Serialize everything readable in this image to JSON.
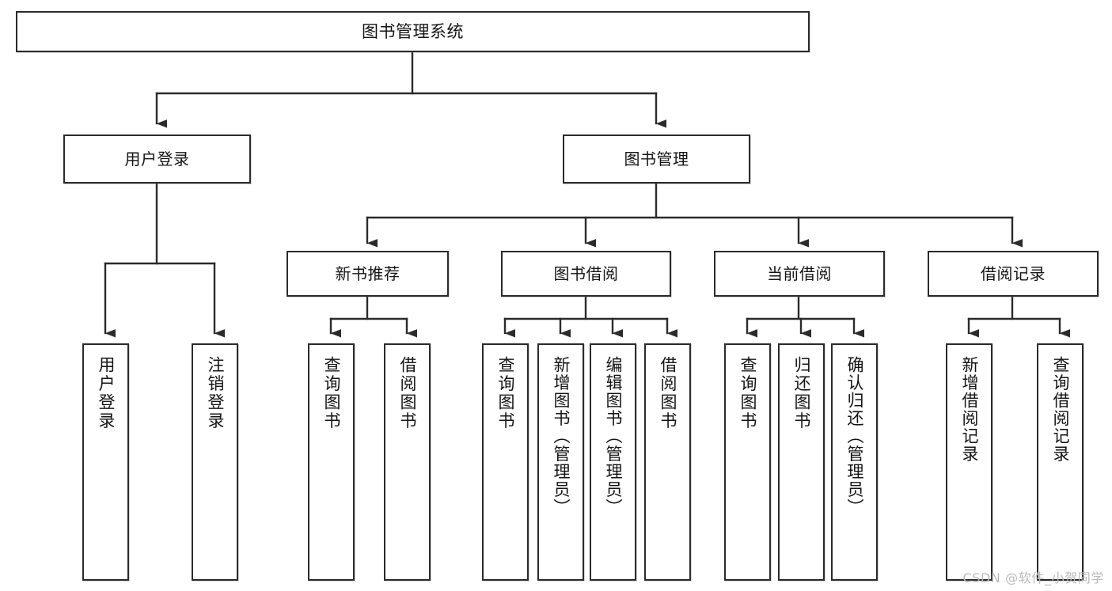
{
  "diagram": {
    "type": "tree-hierarchy",
    "title": "图书管理系统",
    "root": {
      "label": "图书管理系统"
    },
    "level2": [
      {
        "label": "用户登录"
      },
      {
        "label": "图书管理"
      }
    ],
    "level3": [
      {
        "label": "新书推荐"
      },
      {
        "label": "图书借阅"
      },
      {
        "label": "当前借阅"
      },
      {
        "label": "借阅记录"
      }
    ],
    "leaves": [
      {
        "label": "用户登录",
        "parent": "用户登录"
      },
      {
        "label": "注销登录",
        "parent": "用户登录"
      },
      {
        "label": "查询图书",
        "parent": "新书推荐"
      },
      {
        "label": "借阅图书",
        "parent": "新书推荐"
      },
      {
        "label": "查询图书",
        "parent": "图书借阅"
      },
      {
        "label": "新增图书（管理员）",
        "parent": "图书借阅"
      },
      {
        "label": "编辑图书（管理员）",
        "parent": "图书借阅"
      },
      {
        "label": "借阅图书",
        "parent": "图书借阅"
      },
      {
        "label": "查询图书",
        "parent": "当前借阅"
      },
      {
        "label": "归还图书",
        "parent": "当前借阅"
      },
      {
        "label": "确认归还（管理员）",
        "parent": "当前借阅"
      },
      {
        "label": "新增借阅记录",
        "parent": "借阅记录"
      },
      {
        "label": "查询借阅记录",
        "parent": "借阅记录"
      }
    ]
  },
  "watermark": {
    "text": "CSDN @软件_小贺同学"
  },
  "colors": {
    "stroke": "#2b2b2b",
    "background": "#ffffff",
    "text": "#141414",
    "watermark": "#b9b9b9"
  }
}
